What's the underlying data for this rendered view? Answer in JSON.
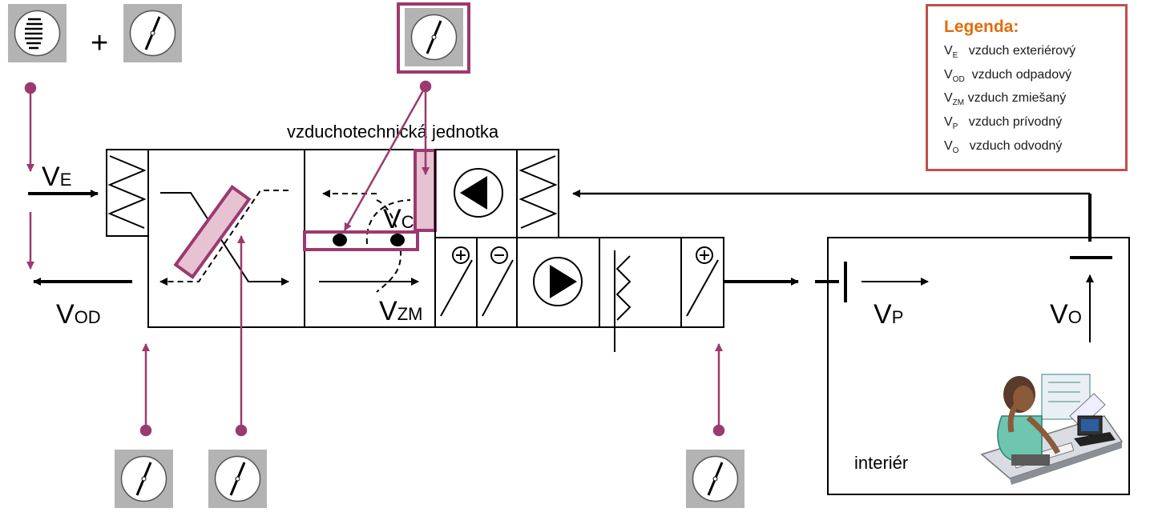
{
  "unit_title": "vzduchotechnická jednotka",
  "interior_label": "interiér",
  "plus_sign": "+",
  "labels": {
    "ve_main": "V",
    "ve_sub": "E",
    "vod_main": "V",
    "vod_sub": "OD",
    "vzm_main": "V",
    "vzm_sub": "ZM",
    "vc_main": "V",
    "vc_sub": "C",
    "vp_main": "V",
    "vp_sub": "P",
    "vo_main": "V",
    "vo_sub": "O"
  },
  "legend": {
    "title": "Legenda:",
    "items": [
      {
        "main": "V",
        "sub": "E",
        "text": "vzduch exteriérový"
      },
      {
        "main": "V",
        "sub": "OD",
        "text": "vzduch odpadový"
      },
      {
        "main": "V",
        "sub": "ZM",
        "text": "vzduch zmiešaný"
      },
      {
        "main": "V",
        "sub": "P",
        "text": "vzduch prívodný"
      },
      {
        "main": "V",
        "sub": "O",
        "text": "vzduch odvodný"
      }
    ]
  },
  "colors": {
    "accent": "#9b3a6e",
    "highlight_fill": "#e6c2d2",
    "legend_border": "#c0504d",
    "legend_title": "#e36c09",
    "icon_tile": "#b3b3b3"
  }
}
